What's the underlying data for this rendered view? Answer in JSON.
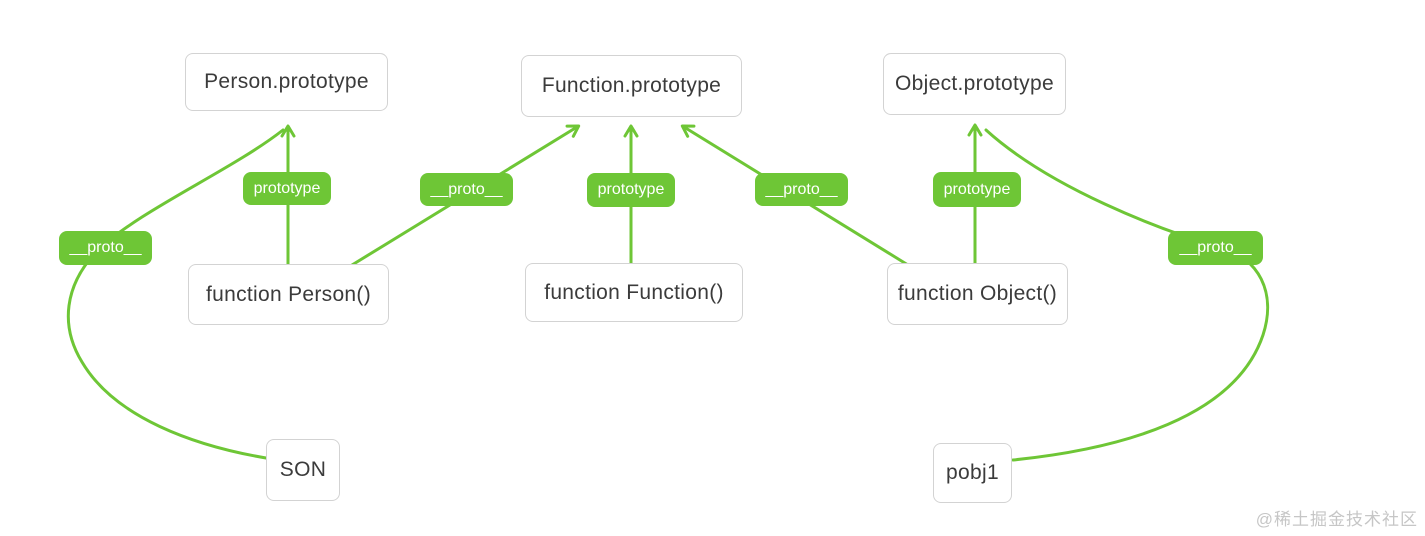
{
  "diagram": {
    "nodes": {
      "person_prototype": "Person.prototype",
      "function_prototype": "Function.prototype",
      "object_prototype": "Object.prototype",
      "function_person": "function Person()",
      "function_function": "function Function()",
      "function_object": "function Object()",
      "son": "SON",
      "pobj1": "pobj1"
    },
    "edge_labels": {
      "son_proto": "__proto__",
      "person_prototype": "prototype",
      "person_fn_proto": "__proto__",
      "function_prototype": "prototype",
      "object_fn_proto": "__proto__",
      "object_prototype": "prototype",
      "pobj1_proto": "__proto__"
    },
    "colors": {
      "accent_green": "#6ec636",
      "box_border": "#d3d3d3",
      "box_text": "#3b3b3b",
      "watermark_text": "#c6c6c6"
    },
    "watermark": "@稀土掘金技术社区"
  }
}
